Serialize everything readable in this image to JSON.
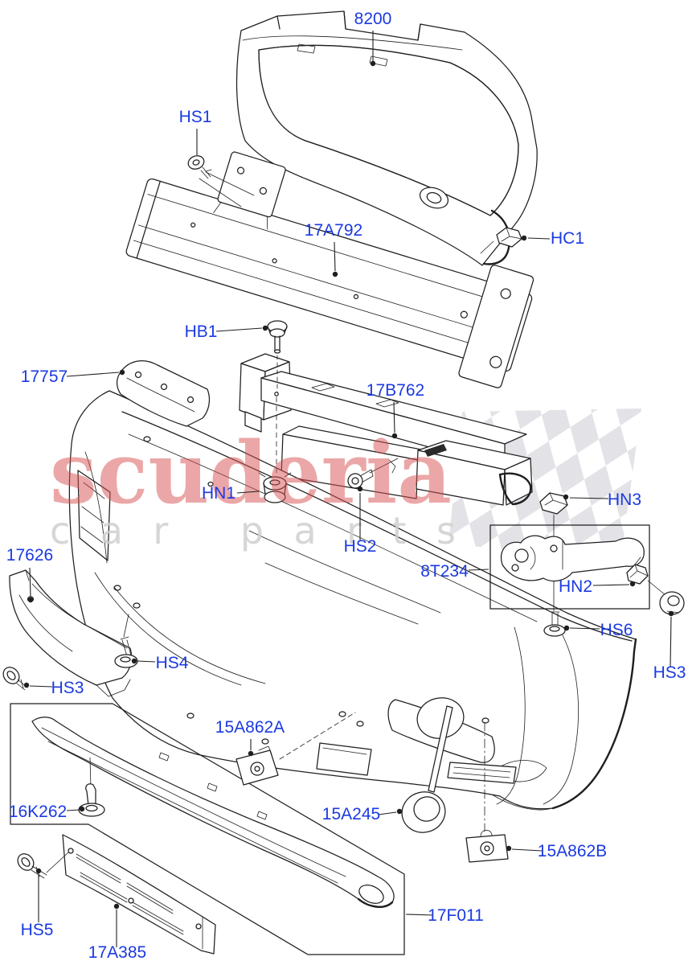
{
  "watermark": {
    "brand": "scuderia",
    "tagline": "car parts"
  },
  "colors": {
    "ink": "#1f1f1f",
    "label": "#1b3ae0",
    "wm-red": "#d84f4f",
    "wm-gray": "#cfcfcf",
    "flag": "#e2e2e7",
    "bg": "#ffffff"
  },
  "part_labels": [
    {
      "id": "p8200",
      "text": "8200"
    },
    {
      "id": "hs1",
      "text": "HS1"
    },
    {
      "id": "p17a792",
      "text": "17A792"
    },
    {
      "id": "hc1",
      "text": "HC1"
    },
    {
      "id": "hb1",
      "text": "HB1"
    },
    {
      "id": "p17757",
      "text": "17757"
    },
    {
      "id": "p17b762",
      "text": "17B762"
    },
    {
      "id": "hn1",
      "text": "HN1"
    },
    {
      "id": "hs2",
      "text": "HS2"
    },
    {
      "id": "hn3",
      "text": "HN3"
    },
    {
      "id": "p8t234",
      "text": "8T234"
    },
    {
      "id": "hn2",
      "text": "HN2"
    },
    {
      "id": "p17626",
      "text": "17626"
    },
    {
      "id": "hs6",
      "text": "HS6"
    },
    {
      "id": "hs3r",
      "text": "HS3"
    },
    {
      "id": "hs4",
      "text": "HS4"
    },
    {
      "id": "hs3l",
      "text": "HS3"
    },
    {
      "id": "p15a862a",
      "text": "15A862A"
    },
    {
      "id": "p16k262",
      "text": "16K262"
    },
    {
      "id": "p15a245",
      "text": "15A245"
    },
    {
      "id": "p15a862b",
      "text": "15A862B"
    },
    {
      "id": "hs5",
      "text": "HS5"
    },
    {
      "id": "p17a385",
      "text": "17A385"
    },
    {
      "id": "p17f011",
      "text": "17F011"
    }
  ]
}
